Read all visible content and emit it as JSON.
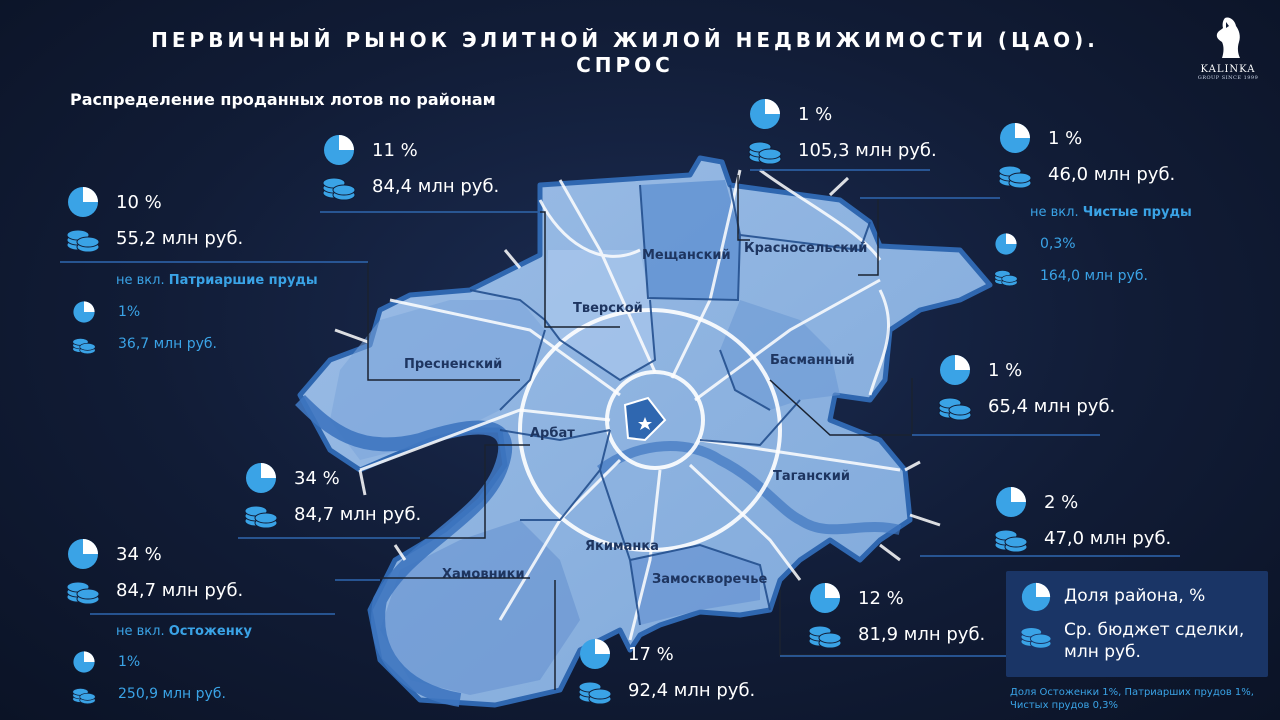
{
  "header": {
    "title_line1": "ПЕРВИЧНЫЙ РЫНОК ЭЛИТНОЙ ЖИЛОЙ НЕДВИЖИМОСТИ (ЦАО).",
    "title_line2": "СПРОС",
    "subtitle": "Распределение проданных лотов по районам"
  },
  "logo": {
    "name": "KALINKA",
    "tagline": "GROUP SINCE 1999"
  },
  "colors": {
    "background": "#111c36",
    "accent": "#3aa3e6",
    "map_fill": "#8db2e0",
    "map_border": "#2f67b0"
  },
  "icons": {
    "share": "pie-chart-icon",
    "budget": "coin-stack-icon"
  },
  "districts": [
    {
      "id": "meshchansky",
      "label": "Мещанский"
    },
    {
      "id": "krasnoselsky",
      "label": "Красносельский"
    },
    {
      "id": "tverskoy",
      "label": "Тверской"
    },
    {
      "id": "presnensky",
      "label": "Пресненский"
    },
    {
      "id": "basmanny",
      "label": "Басманный"
    },
    {
      "id": "arbat",
      "label": "Арбат"
    },
    {
      "id": "tagansky",
      "label": "Таганский"
    },
    {
      "id": "yakimanka",
      "label": "Якиманка"
    },
    {
      "id": "khamovniki",
      "label": "Хамовники"
    },
    {
      "id": "zamoskvorechye",
      "label": "Замоскворечье"
    }
  ],
  "stats": {
    "meshchansky": {
      "share": "1 %",
      "budget": "105,3 млн руб."
    },
    "krasnoselsky": {
      "share": "1 %",
      "budget": "46,0 млн руб."
    },
    "krasnoselsky_excl": {
      "prefix": "не вкл.",
      "name": "Чистые пруды",
      "share": "0,3%",
      "budget": "164,0 млн руб."
    },
    "tverskoy": {
      "share": "11 %",
      "budget": "84,4 млн руб."
    },
    "presnensky": {
      "share": "10 %",
      "budget": "55,2 млн руб."
    },
    "presnensky_excl": {
      "prefix": "не вкл.",
      "name": "Патриаршие пруды",
      "share": "1%",
      "budget": "36,7 млн руб."
    },
    "basmanny": {
      "share": "1 %",
      "budget": "65,4 млн руб."
    },
    "arbat": {
      "share": "34 %",
      "budget": "84,7 млн руб."
    },
    "tagansky": {
      "share": "2 %",
      "budget": "47,0 млн руб."
    },
    "khamovniki": {
      "share": "34 %",
      "budget": "84,7 млн руб."
    },
    "khamovniki_excl": {
      "prefix": "не вкл.",
      "name": "Остоженку",
      "share": "1%",
      "budget": "250,9 млн руб."
    },
    "zamoskvorechye": {
      "share": "12 %",
      "budget": "81,9 млн руб."
    },
    "yakimanka": {
      "share": "17 %",
      "budget": "92,4 млн руб."
    }
  },
  "legend": {
    "share_label": "Доля района, %",
    "budget_label_line1": "Ср. бюджет сделки,",
    "budget_label_line2": "млн руб."
  },
  "footnote": "Доля Остоженки 1%, Патриарших прудов 1%, Чистых прудов 0,3%"
}
